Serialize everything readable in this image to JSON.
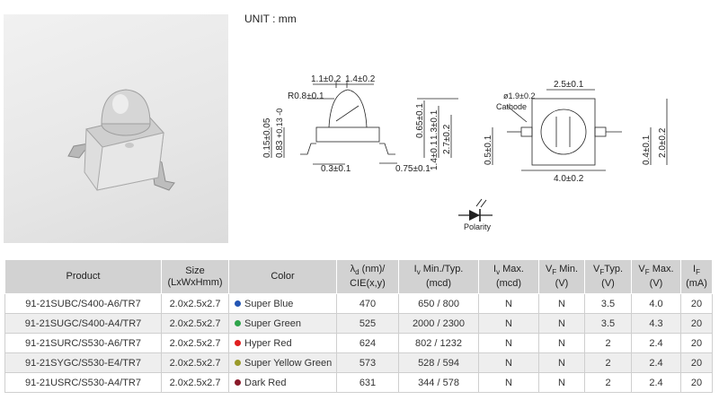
{
  "unit_label": "UNIT : mm",
  "dimensions": {
    "top_11": "1.1±0.2",
    "top_14": "1.4±0.2",
    "r08": "R0.8±0.1",
    "left_015": "0.15±0.05",
    "left_083": "0.83",
    "left_083_tol": "+0.13\n-0",
    "right_065": "0.65±0.1",
    "right_13": "1.3±0.1",
    "right_14": "1.4±0.1",
    "right_27": "2.7±0.2",
    "bottom_03": "0.3±0.1",
    "bottom_075": "0.75±0.1",
    "top_25": "2.5±0.1",
    "dia_19": "ø1.9±0.2",
    "cathode": "Cathode",
    "left_05": "0.5±0.1",
    "right_04": "0.4±0.1",
    "right_20": "2.0±0.2",
    "bottom_40": "4.0±0.2"
  },
  "polarity_label": "Polarity",
  "table": {
    "headers": {
      "product": "Product",
      "size_1": "Size",
      "size_2": "(LxWxHmm)",
      "color": "Color",
      "wave_sym": "λ",
      "wave_sub": "d",
      "wave_1": " (nm)/",
      "wave_2": "CIE(x,y)",
      "iv_min_sym": "I",
      "iv_min_sub": "v",
      "iv_min_1": " Min./Typ.",
      "iv_min_2": "(mcd)",
      "iv_max_sym": "I",
      "iv_max_sub": "v",
      "iv_max_1": " Max.",
      "iv_max_2": "(mcd)",
      "vf_min_sym": "V",
      "vf_min_sub": "F",
      "vf_min_1": " Min.",
      "vf_min_2": "(V)",
      "vf_typ_sym": "V",
      "vf_typ_sub": "F",
      "vf_typ_1": "Typ.",
      "vf_typ_2": "(V)",
      "vf_max_sym": "V",
      "vf_max_sub": "F",
      "vf_max_1": " Max.",
      "vf_max_2": "(V)",
      "if_sym": "I",
      "if_sub": "F",
      "if_1": " (mA)"
    },
    "rows": [
      {
        "product": "91-21SUBC/S400-A6/TR7",
        "size": "2.0x2.5x2.7",
        "color": "Super Blue",
        "dot": "#2456b4",
        "wave": "470",
        "iv": "650 / 800",
        "iv_max": "N",
        "vf_min": "N",
        "vf_typ": "3.5",
        "vf_max": "4.0",
        "if": "20"
      },
      {
        "product": "91-21SUGC/S400-A4/TR7",
        "size": "2.0x2.5x2.7",
        "color": "Super Green",
        "dot": "#2ea44a",
        "wave": "525",
        "iv": "2000 / 2300",
        "iv_max": "N",
        "vf_min": "N",
        "vf_typ": "3.5",
        "vf_max": "4.3",
        "if": "20"
      },
      {
        "product": "91-21SURC/S530-A6/TR7",
        "size": "2.0x2.5x2.7",
        "color": "Hyper Red",
        "dot": "#e02020",
        "wave": "624",
        "iv": "802 / 1232",
        "iv_max": "N",
        "vf_min": "N",
        "vf_typ": "2",
        "vf_max": "2.4",
        "if": "20"
      },
      {
        "product": "91-21SYGC/S530-E4/TR7",
        "size": "2.0x2.5x2.7",
        "color": "Super Yellow Green",
        "dot": "#9a9a2a",
        "wave": "573",
        "iv": "528 / 594",
        "iv_max": "N",
        "vf_min": "N",
        "vf_typ": "2",
        "vf_max": "2.4",
        "if": "20"
      },
      {
        "product": "91-21USRC/S530-A4/TR7",
        "size": "2.0x2.5x2.7",
        "color": "Dark Red",
        "dot": "#8a1a2a",
        "wave": "631",
        "iv": "344 / 578",
        "iv_max": "N",
        "vf_min": "N",
        "vf_typ": "2",
        "vf_max": "2.4",
        "if": "20"
      }
    ]
  }
}
